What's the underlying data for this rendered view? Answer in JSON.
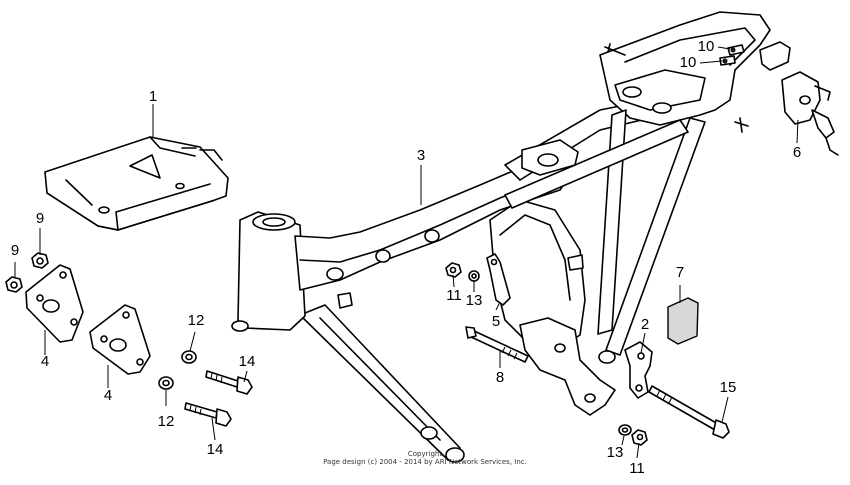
{
  "diagram": {
    "callouts": [
      {
        "id": "c1",
        "text": "1"
      },
      {
        "id": "c2",
        "text": "2"
      },
      {
        "id": "c3",
        "text": "3"
      },
      {
        "id": "c4a",
        "text": "4"
      },
      {
        "id": "c4b",
        "text": "4"
      },
      {
        "id": "c5",
        "text": "5"
      },
      {
        "id": "c6",
        "text": "6"
      },
      {
        "id": "c7",
        "text": "7"
      },
      {
        "id": "c8",
        "text": "8"
      },
      {
        "id": "c9a",
        "text": "9"
      },
      {
        "id": "c9b",
        "text": "9"
      },
      {
        "id": "c10a",
        "text": "10"
      },
      {
        "id": "c10b",
        "text": "10"
      },
      {
        "id": "c11a",
        "text": "11"
      },
      {
        "id": "c11b",
        "text": "11"
      },
      {
        "id": "c12a",
        "text": "12"
      },
      {
        "id": "c12b",
        "text": "12"
      },
      {
        "id": "c13a",
        "text": "13"
      },
      {
        "id": "c13b",
        "text": "13"
      },
      {
        "id": "c14a",
        "text": "14"
      },
      {
        "id": "c14b",
        "text": "14"
      },
      {
        "id": "c15",
        "text": "15"
      }
    ],
    "copyright_line1": "Copyright",
    "copyright_line2": "Page design (c) 2004 - 2014 by ARI Network Services, Inc."
  }
}
